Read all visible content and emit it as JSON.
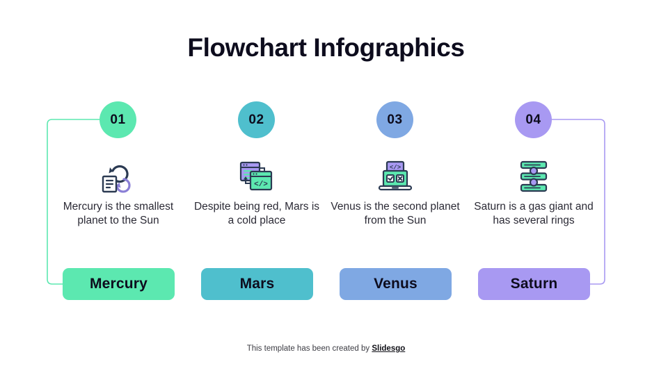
{
  "slide": {
    "title": "Flowchart Infographics",
    "background": "#ffffff"
  },
  "steps": [
    {
      "number": "01",
      "circle_color": "#5ce8b0",
      "icon_name": "sprint-cycle-icon",
      "description": "Mercury is the smallest planet to the Sun",
      "label": "Mercury",
      "label_color": "#5ce8b0"
    },
    {
      "number": "02",
      "circle_color": "#4fbfcd",
      "icon_name": "code-windows-icon",
      "description": "Despite being red, Mars is a cold place",
      "label": "Mars",
      "label_color": "#4fbfcd"
    },
    {
      "number": "03",
      "circle_color": "#7fa8e3",
      "icon_name": "laptop-code-icon",
      "description": "Venus is the second planet from the Sun",
      "label": "Venus",
      "label_color": "#7fa8e3"
    },
    {
      "number": "04",
      "circle_color": "#a899f2",
      "icon_name": "server-stack-icon",
      "description": "Saturn is a gas giant and has several rings",
      "label": "Saturn",
      "label_color": "#a899f2"
    }
  ],
  "connectors": {
    "left_bracket_color": "#5ce8b0",
    "right_bracket_color": "#a899f2",
    "line_colors": [
      "#5ce8b0",
      "#4fbfcd",
      "#7fa8e3",
      "#a899f2"
    ]
  },
  "footer": {
    "text": "This template has been created by ",
    "brand": "Slidesgo"
  }
}
